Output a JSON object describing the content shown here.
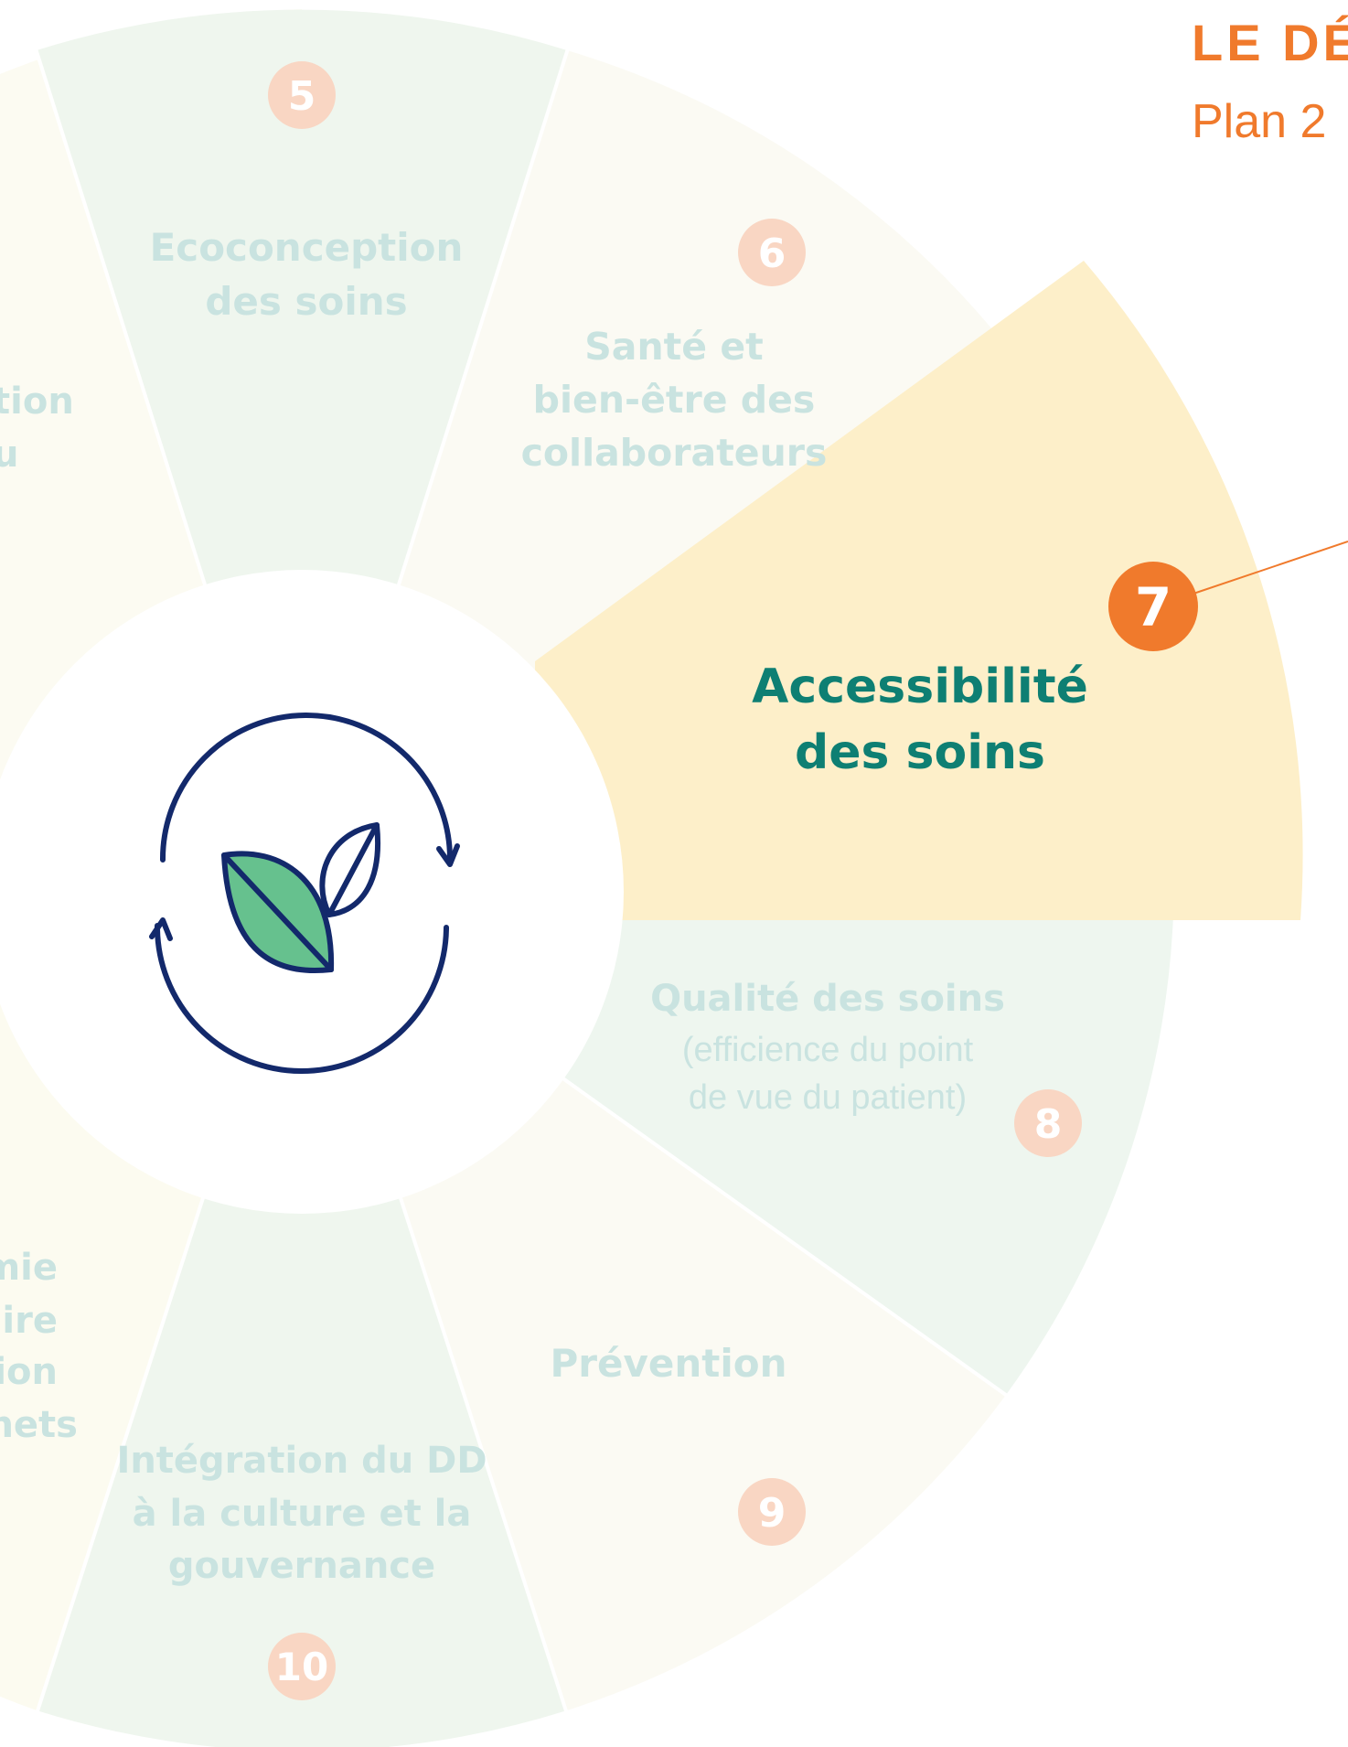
{
  "header": {
    "title": "LE DÉ",
    "subtitle": "Plan 2"
  },
  "center_icon": "leaf-cycle-icon",
  "colors": {
    "heading": "#f07a2c",
    "highlight_fill": "#fdefc9",
    "highlight_text": "#0e7f73",
    "number_badge": "#f07a2c",
    "faded_text": "#c9e3e0",
    "faded_badge": "#f9d6c3",
    "icon_stroke": "#13296b",
    "icon_leaf": "#66c18e"
  },
  "segments": [
    {
      "id": "seg4",
      "number": "",
      "title_lines": [
        "tion",
        "u"
      ],
      "sub_lines": []
    },
    {
      "id": "seg5",
      "number": "5",
      "title_lines": [
        "Ecoconception",
        "des soins"
      ],
      "sub_lines": []
    },
    {
      "id": "seg6",
      "number": "6",
      "title_lines": [
        "Santé et",
        "bien-être des",
        "collaborateurs"
      ],
      "sub_lines": []
    },
    {
      "id": "seg7",
      "number": "7",
      "title_lines": [
        "Accessibilité",
        "des soins"
      ],
      "sub_lines": [],
      "highlighted": true
    },
    {
      "id": "seg8",
      "number": "8",
      "title_lines": [
        "Qualité des soins"
      ],
      "sub_lines": [
        "(efficience du point",
        "de vue du patient)"
      ]
    },
    {
      "id": "seg9",
      "number": "9",
      "title_lines": [
        "Prévention"
      ],
      "sub_lines": []
    },
    {
      "id": "seg10",
      "number": "10",
      "title_lines": [
        "Intégration du DD",
        "à la culture et la",
        "gouvernance"
      ],
      "sub_lines": []
    },
    {
      "id": "seg11",
      "number": "",
      "title_lines": [
        "mie",
        "ire",
        "ion",
        "nets"
      ],
      "sub_lines": []
    }
  ]
}
